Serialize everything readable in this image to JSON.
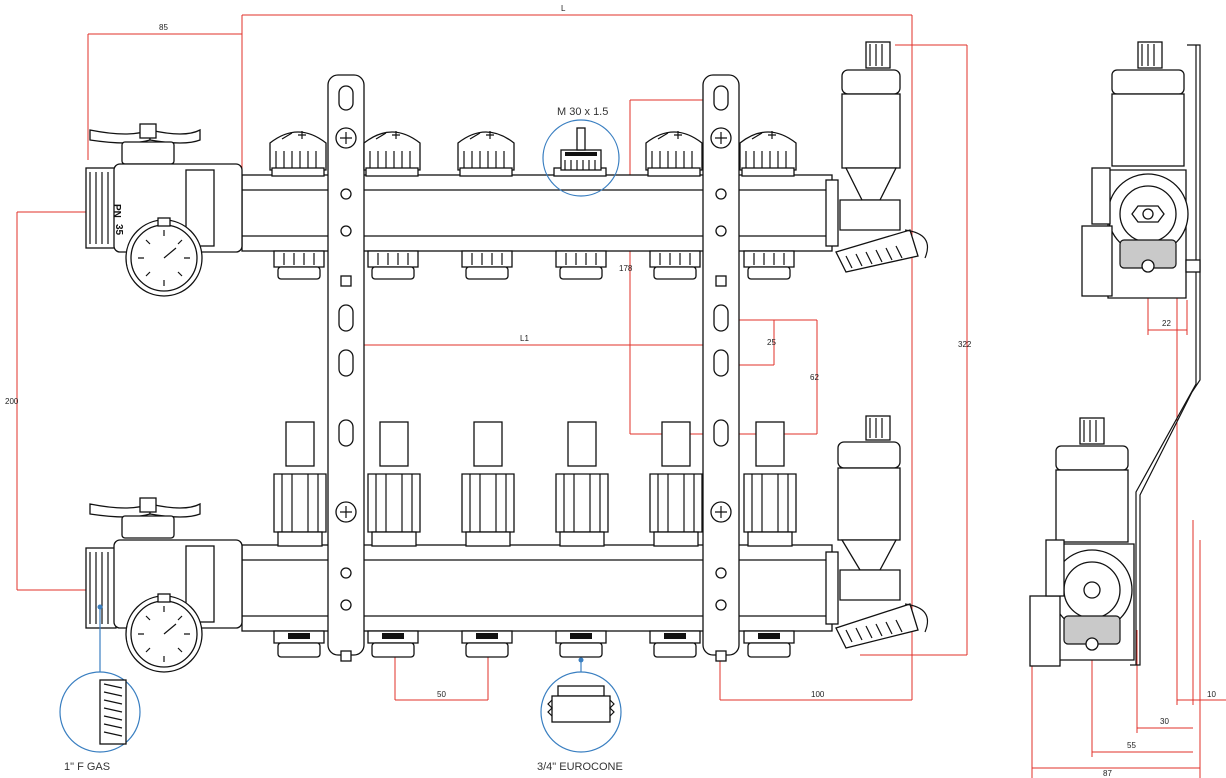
{
  "dimensions": {
    "L": "L",
    "d85": "85",
    "d200": "200",
    "d322": "322",
    "d178": "178",
    "L1": "L1",
    "d25": "25",
    "d62": "62",
    "d50": "50",
    "d100": "100",
    "d22": "22",
    "d10": "10",
    "d30": "30",
    "d55": "55",
    "d87": "87"
  },
  "callouts": {
    "thread_top": "M 30 x 1.5",
    "gas_connection": "1\" F GAS",
    "eurocone": "3/4\" EUROCONE"
  },
  "valve_marking": {
    "pn": "PN",
    "pressure": "35"
  },
  "colors": {
    "dimension_line": "#e0302a",
    "callout": "#3a7fc1",
    "drawing": "#111111"
  }
}
